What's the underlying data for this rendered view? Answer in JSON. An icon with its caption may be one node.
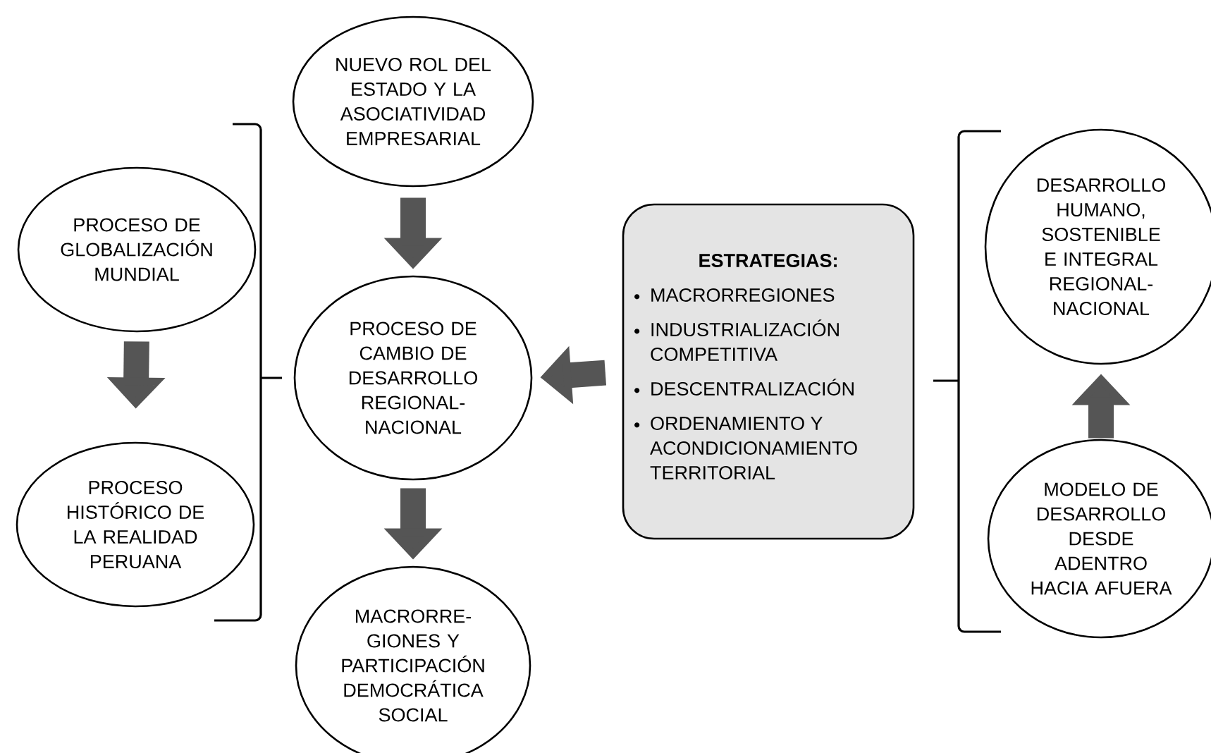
{
  "diagram": {
    "nodes": [
      {
        "text": [
          "NUEVO ROL DEL ESTADO Y LA ASOCIATIVIDAD EMPRESARIAL"
        ]
      },
      {
        "text": [
          "PROCESO DE GLOBALIZACIÓN MUNDIAL"
        ]
      },
      {
        "text": [
          "PROCESO DE CAMBIO DE DESARROLLO REGIONAL- NACIONAL"
        ]
      },
      {
        "text": [
          "PROCESO HISTÓRICO DE LA REALIDAD PERUANA"
        ]
      },
      {
        "text": [
          "ESTRATEGIAS:",
          "MACRORREGIONES",
          "INDUSTRIALIZACIÓN COMPETITIVA",
          "DESCENTRALIZACIÓN",
          "ORDENAMIENTO Y ACONDICIONAMIENTO TERRITORIAL"
        ]
      },
      {
        "text": [
          "DESARROLLO HUMANO, SOSTENIBLE E INTEGRAL REGIONAL- NACIONAL"
        ]
      },
      {
        "text": [
          "MODELO DE DESARROLLO DESDE ADENTRO HACIA AFUERA"
        ]
      },
      {
        "text": [
          "MACRORRE- GIONES Y PARTICIPACIÓN DEMOCRÁTICA SOCIAL"
        ]
      }
    ],
    "edges": [
      {
        "from": 0,
        "to": 2,
        "arrow": "to"
      },
      {
        "from": 1,
        "to": 3,
        "arrow": "to"
      },
      {
        "from": 4,
        "to": 2,
        "arrow": "to"
      },
      {
        "from": 2,
        "to": 7,
        "arrow": "to"
      },
      {
        "from": 6,
        "to": 5,
        "arrow": "to"
      }
    ]
  }
}
